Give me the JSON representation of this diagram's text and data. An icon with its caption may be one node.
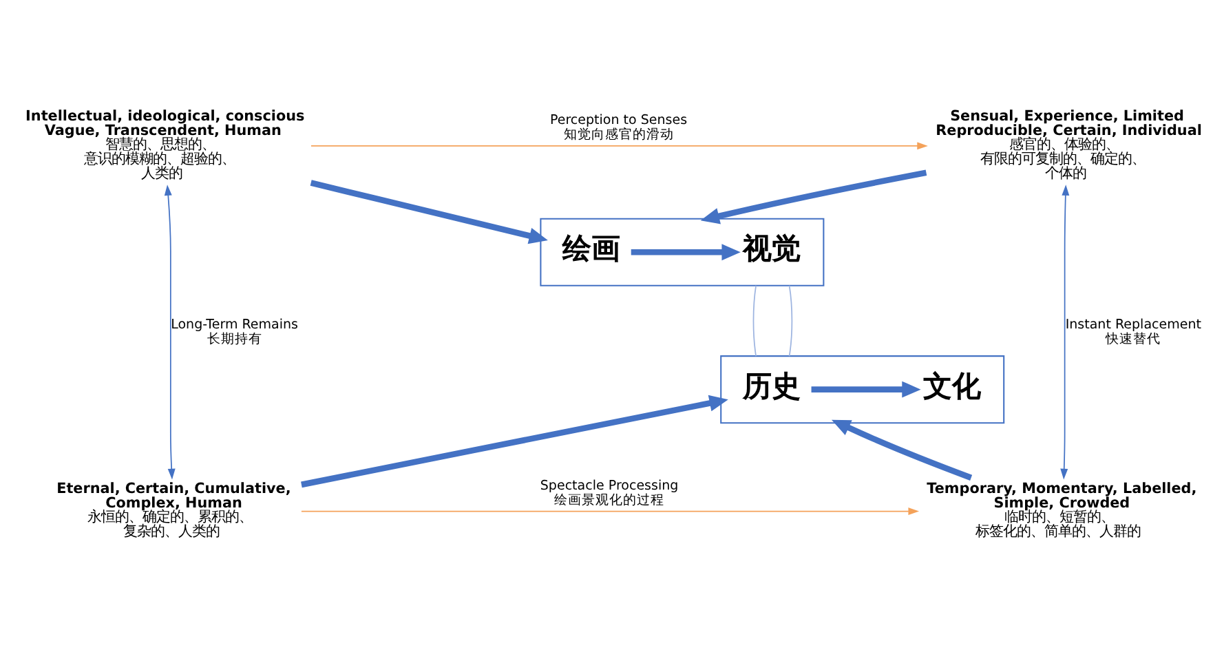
{
  "diagram": {
    "nodes": [
      {
        "text": [
          "Intellectual, ideological, conscious Vague, Transcendent, Human",
          "智慧的、思想的、意识的模糊的、超验的、人类的"
        ]
      },
      {
        "text": [
          "Sensual, Experience, Limited Reproducible, Certain, Individual",
          "感官的、体验的、有限的可复制的、确定的、个体的"
        ]
      },
      {
        "text": [
          "Eternal, Certain, Cumulative, Complex, Human",
          "永恒的、确定的、累积的、复杂的、人类的"
        ]
      },
      {
        "text": [
          "Temporary, Momentary, Labelled, Simple, Crowded",
          "临时的、短暂的、标签化的、简单的、人群的"
        ]
      },
      {
        "text": [],
        "shape": "box"
      },
      {
        "text": [
          "绘画"
        ],
        "in": 4
      },
      {
        "text": [
          "视觉"
        ],
        "in": 4
      },
      {
        "text": [],
        "shape": "box"
      },
      {
        "text": [
          "历史"
        ],
        "in": 7
      },
      {
        "text": [
          "文化"
        ],
        "in": 7
      }
    ],
    "edges": [
      {
        "from": 0,
        "to": 1,
        "arrow": "to",
        "label": "Perception to Senses 知觉向感官的滑动",
        "color": "#f4a25a"
      },
      {
        "from": 0,
        "to": 2,
        "arrow": "both",
        "label": "Long-Term Remains 长期持有"
      },
      {
        "from": 1,
        "to": 3,
        "arrow": "both",
        "label": "Instant Replacement 快速替代"
      },
      {
        "from": 0,
        "to": 4,
        "arrow": "to",
        "style": "thick"
      },
      {
        "from": 1,
        "to": 4,
        "arrow": "to",
        "style": "thick"
      },
      {
        "from": 5,
        "to": 6,
        "arrow": "to",
        "style": "thick"
      },
      {
        "from": 4,
        "to": 7,
        "arrow": "none",
        "color": "#9db4e0"
      },
      {
        "from": 4,
        "to": 7,
        "arrow": "none",
        "color": "#9db4e0"
      },
      {
        "from": 8,
        "to": 9,
        "arrow": "to",
        "style": "thick"
      },
      {
        "from": 2,
        "to": 7,
        "arrow": "to",
        "style": "thick"
      },
      {
        "from": 3,
        "to": 7,
        "arrow": "to",
        "style": "thick"
      },
      {
        "from": 2,
        "to": 3,
        "arrow": "to",
        "label": "Spectacle Processing 绘画景观化的过程",
        "color": "#f4a25a"
      }
    ]
  }
}
